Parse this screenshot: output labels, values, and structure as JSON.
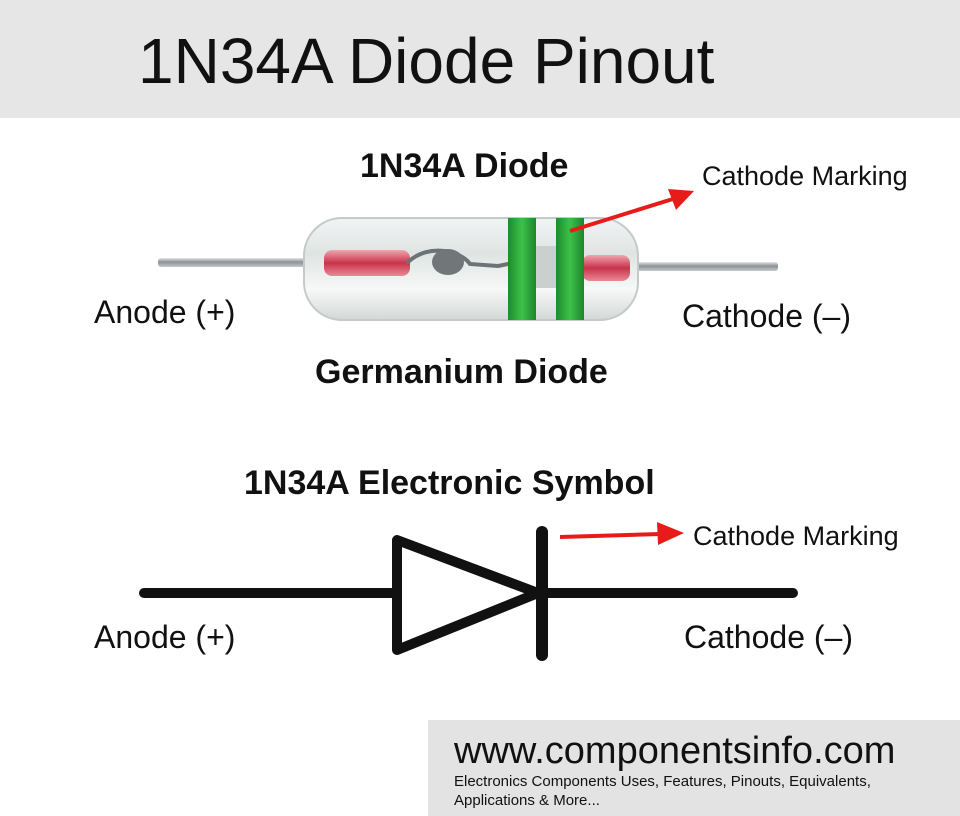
{
  "header": {
    "title": "1N34A Diode Pinout"
  },
  "physical": {
    "title": "1N34A Diode",
    "subtitle": "Germanium Diode",
    "anode_label": "Anode (+)",
    "cathode_label": "Cathode (–)",
    "marker_label": "Cathode Marking"
  },
  "symbol": {
    "title": "1N34A Electronic Symbol",
    "anode_label": "Anode (+)",
    "cathode_label": "Cathode (–)",
    "marker_label": "Cathode Marking"
  },
  "footer": {
    "url": "www.componentsinfo.com",
    "tagline": "Electronics Components Uses, Features, Pinouts, Equivalents, Applications & More..."
  },
  "colors": {
    "band": "#2aa336",
    "arrow": "#e81b1b",
    "lead": "#a9adb0",
    "header_bg": "#e6e6e6"
  }
}
